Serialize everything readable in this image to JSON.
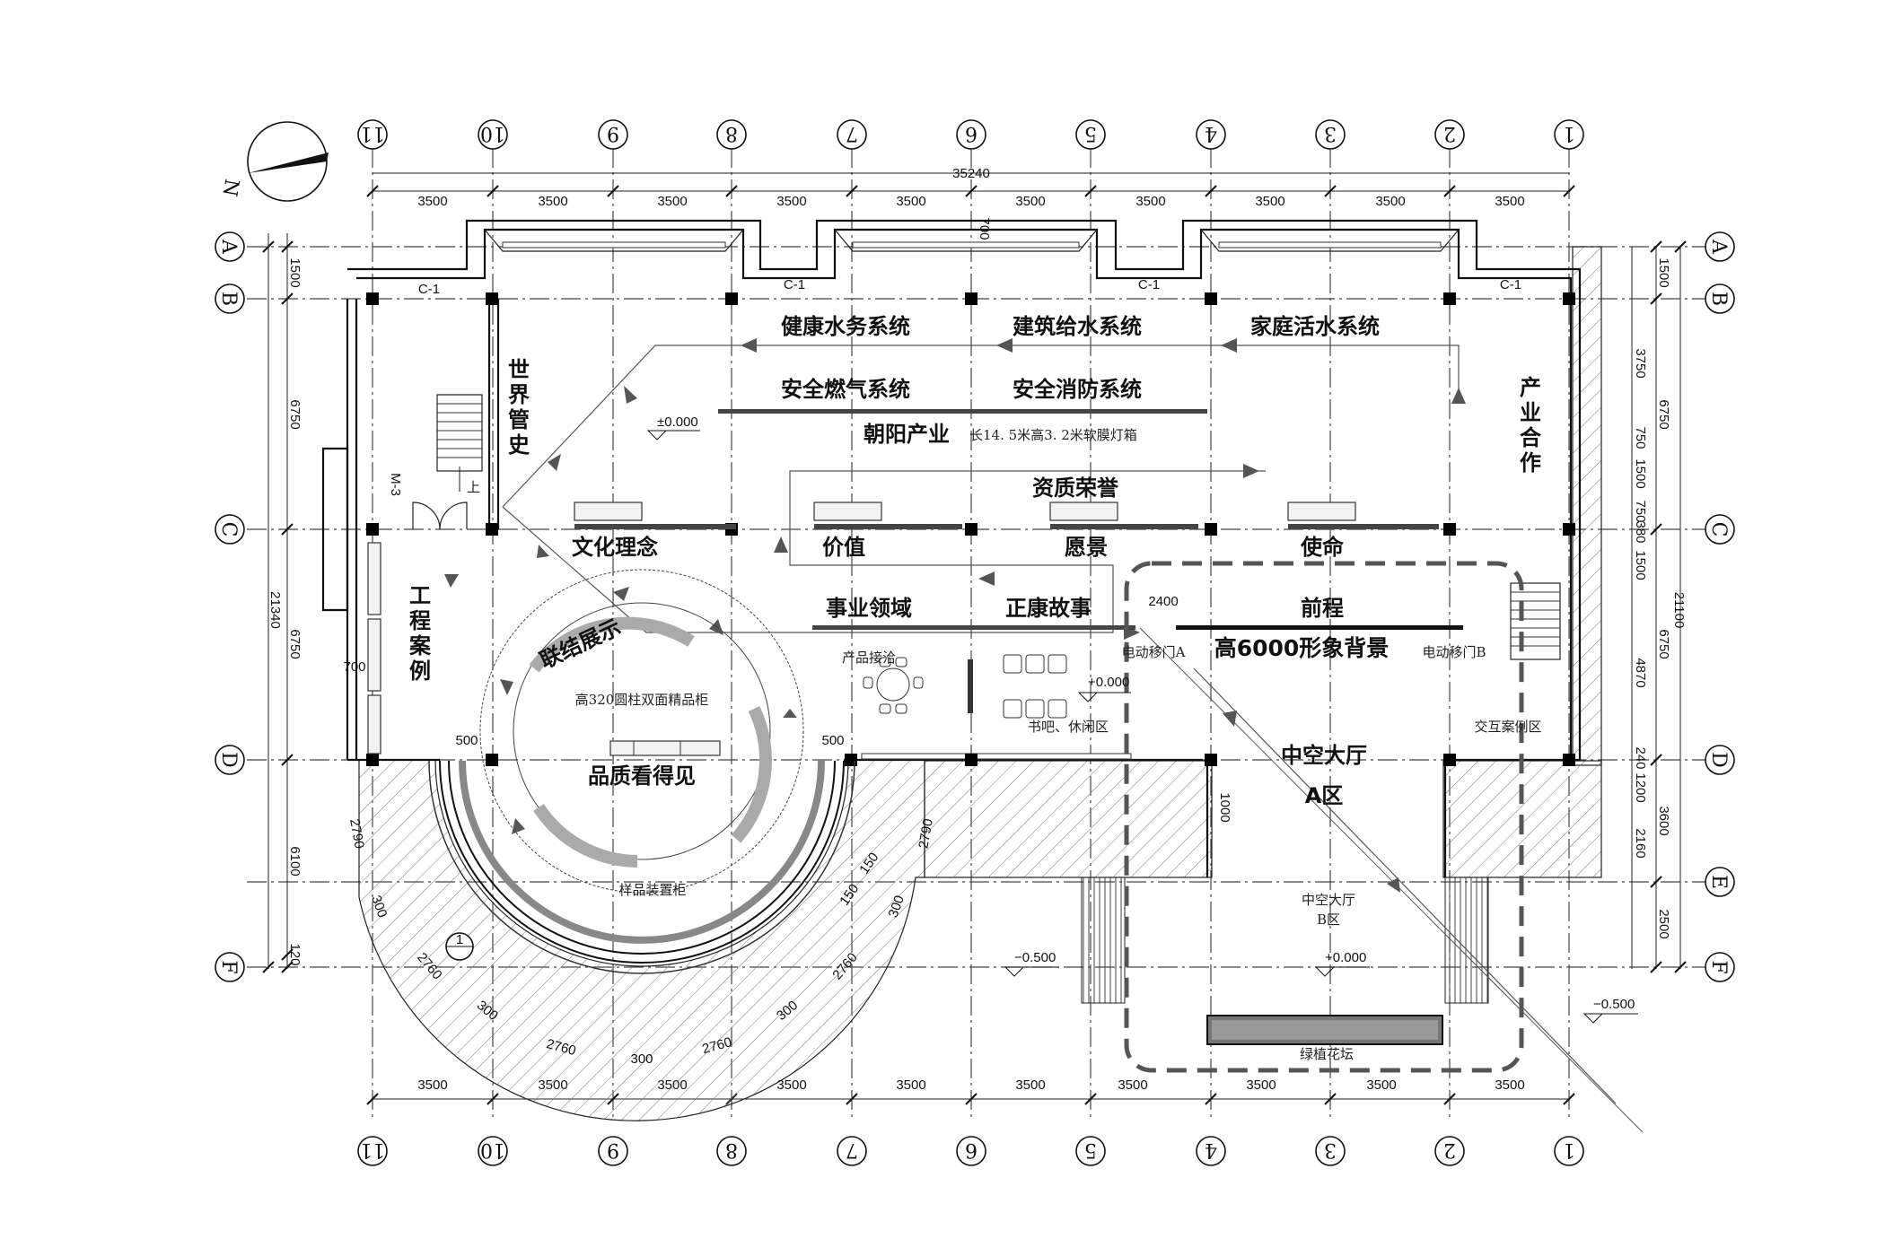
{
  "drawing": {
    "north_letter": "N",
    "grid_columns": [
      "11",
      "10",
      "9",
      "8",
      "7",
      "6",
      "5",
      "4",
      "3",
      "2",
      "1"
    ],
    "grid_rows": [
      "A",
      "B",
      "C",
      "D",
      "E",
      "F"
    ],
    "dimensions": {
      "top_total": "35240",
      "top_spans": [
        "3500",
        "3500",
        "3500",
        "3500",
        "3500",
        "3500",
        "3500",
        "3500",
        "3500",
        "3500"
      ],
      "bottom_spans": [
        "3500",
        "3500",
        "3500",
        "3500",
        "3500",
        "3500",
        "3500",
        "3500",
        "3500",
        "3500"
      ],
      "left_total": "21340",
      "left_spans": [
        "1500",
        "6750",
        "6750",
        "6100",
        "120"
      ],
      "right_total": "21100",
      "right_spans": [
        "1500",
        "6750",
        "6750",
        "3600",
        "2500"
      ],
      "right_detail": [
        "3750",
        "750",
        "1500",
        "750",
        "380",
        "1500",
        "4870",
        "240",
        "1200",
        "2160"
      ],
      "misc": {
        "bay_depth": "700",
        "wall_700": "700",
        "door_500_left": "500",
        "door_500_right": "500",
        "dim_2400": "2400",
        "dim_1000": "1000",
        "arc_2790_left": "2790",
        "arc_2790_right": "2790",
        "arc_2760_a": "2760",
        "arc_2760_b": "2760",
        "arc_2760_c": "2760",
        "arc_2760_d": "2760",
        "dim_150_a": "150",
        "dim_150_b": "150",
        "dim_300_a": "300",
        "dim_300_b": "300",
        "dim_300_c": "300",
        "dim_300_d": "300",
        "dim_300_e": "300"
      }
    },
    "window_tags": [
      "C-1",
      "C-1",
      "C-1",
      "C-1"
    ],
    "door_tag": "M-3",
    "stair_up": "上",
    "section_mark": "1"
  },
  "labels": {
    "health_water": "健康水务系统",
    "building_water": "建筑给水系统",
    "home_water": "家庭活水系统",
    "world_history": [
      "世",
      "界",
      "管",
      "史"
    ],
    "industry_coop": [
      "产",
      "业",
      "合",
      "作"
    ],
    "gas_safety": "安全燃气系统",
    "fire_safety": "安全消防系统",
    "chaoyang": "朝阳产业",
    "lightbox_note": "长14. 5米高3. 2米软膜灯箱",
    "elev_0_a": "±0.000",
    "qualification": "资质荣誉",
    "culture": "文化理念",
    "value": "价值",
    "vision": "愿景",
    "mission": "使命",
    "business": "事业领域",
    "story": "正康故事",
    "future": "前程",
    "backdrop": "高6000形象背景",
    "door_a": "电动移门A",
    "door_b": "电动移门B",
    "project_cases": [
      "工",
      "程",
      "案",
      "例"
    ],
    "link_show": "联结展示",
    "cabinet_note": "高320圆柱双面精品柜",
    "quality": "品质看得见",
    "product_reception": "产品接洽",
    "book_bar": "书吧、休闲区",
    "elev_0_b": "+0.000",
    "interactive": "交互案例区",
    "atrium_a_1": "中空大厅",
    "atrium_a_2": "A区",
    "atrium_b_1": "中空大厅",
    "atrium_b_2": "B区",
    "sample_cabinet": "样品装置柜",
    "elev_neg_1": "−0.500",
    "elev_0_c": "+0.000",
    "elev_neg_2": "−0.500",
    "planter": "绿植花坛"
  }
}
